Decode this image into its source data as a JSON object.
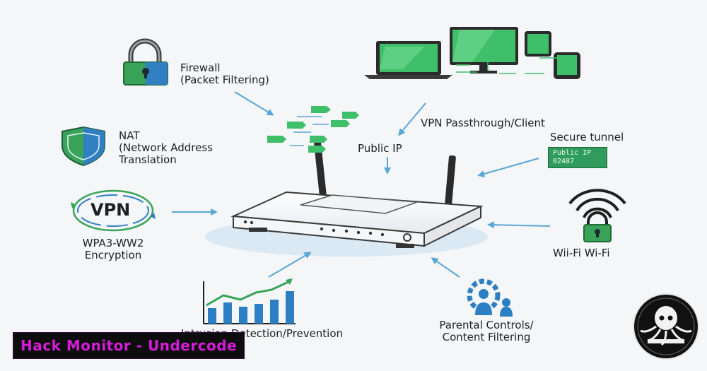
{
  "labels": {
    "firewall_line1": "Firewall",
    "firewall_line2": "(Packet Filtering)",
    "nat_line1": "NAT",
    "nat_line2": "(Network Address",
    "nat_line3": "Translation",
    "vpn_badge": "VPN",
    "wpa_line1": "WPA3-WW2",
    "wpa_line2": "Encryption",
    "vpn_passthrough": "VPN Passthrough/Client",
    "public_ip": "Public IP",
    "secure_tunnel": "Secure tunnel",
    "wifi": "Wii-Fi Wi-Fi",
    "ids": "Intrusion Detection/Prevention",
    "parental_line1": "Parental Controls/",
    "parental_line2": "Content Filtering"
  },
  "secure_tunnel_box": {
    "line1": "Public IP",
    "line2": "02487"
  },
  "banner": {
    "text": "Hack Monitor - Undercode"
  },
  "colors": {
    "arrow": "#5aa6d6",
    "lock_green": "#3aa35a",
    "shield_blue": "#2f7fc1",
    "screen_green": "#3fbf6a",
    "chart_blue": "#2d7fc4",
    "banner_text": "#d41cd9"
  },
  "icons": [
    "lock-icon",
    "shield-icon",
    "vpn-badge-icon",
    "laptop-icon",
    "monitor-icon",
    "tablet-icon",
    "phone-icon",
    "router-icon",
    "wifi-lock-icon",
    "bar-chart-icon",
    "family-gear-icon",
    "octopus-logo-icon"
  ]
}
